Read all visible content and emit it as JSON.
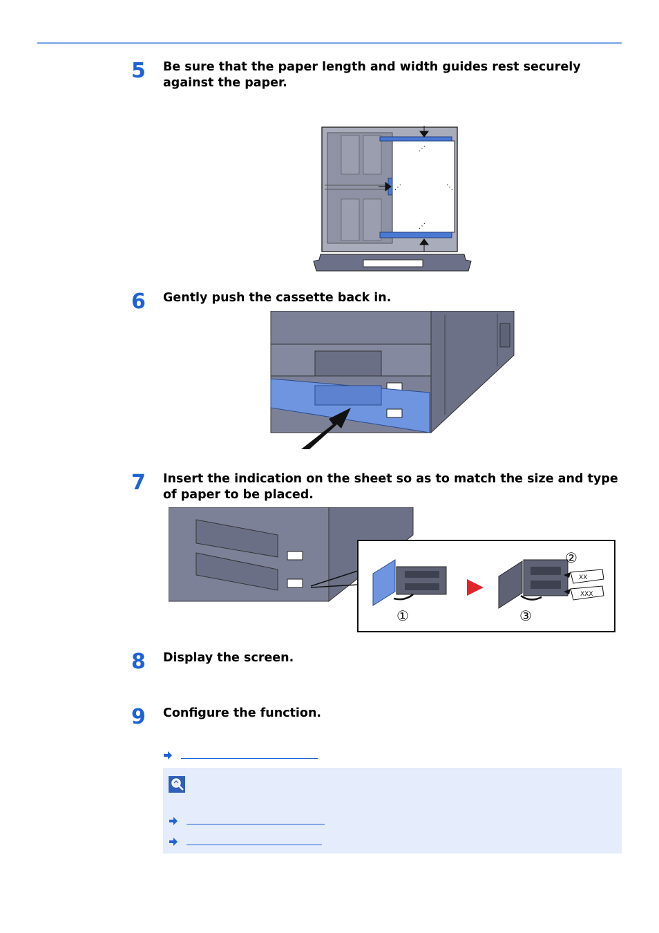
{
  "steps": [
    {
      "number": "5",
      "text": "Be sure that the paper length and width guides rest securely against the paper."
    },
    {
      "number": "6",
      "text": "Gently push the cassette back in."
    },
    {
      "number": "7",
      "text": "Insert the indication on the sheet so as to match the size and type of paper to be placed."
    },
    {
      "number": "8",
      "text": "Display the screen."
    },
    {
      "number": "9",
      "text": "Configure the function."
    }
  ],
  "figure_labels": {
    "circle_1": "①",
    "circle_2": "②",
    "circle_3": "③",
    "card_xx": "XX",
    "card_xxx": "XXX"
  },
  "colors": {
    "accent": "#1e63d6",
    "rule": "#8fb4e8",
    "note_bg": "#e5ecfb",
    "machine_gray": "#7a7f95",
    "cassette_blue": "#6f95e0",
    "play_red": "#e0262b"
  },
  "icons": {
    "link_arrow": "arrow-right-icon",
    "note": "note-magnifier-icon"
  }
}
